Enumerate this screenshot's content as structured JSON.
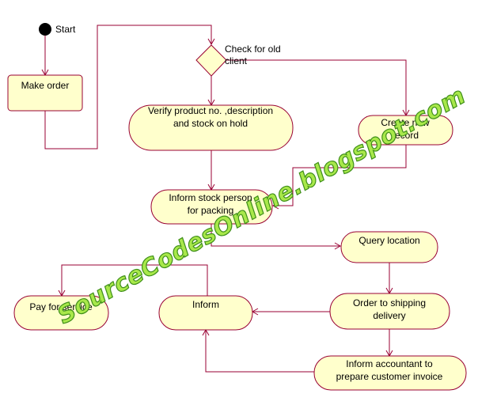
{
  "diagram": {
    "start_label": "Start",
    "decision_label_line1": "Check for old",
    "decision_label_line2": "client",
    "make_order": "Make order",
    "verify_line1": "Verify product no. ,description",
    "verify_line2": "and stock on hold",
    "create_line1": "Create new",
    "create_line2": "record",
    "inform_stock_line1": "Inform stock person",
    "inform_stock_line2": "for packing",
    "query_location": "Query location",
    "order_shipping_line1": "Order to shipping",
    "order_shipping_line2": "delivery",
    "inform": "Inform",
    "pay_for_service": "Pay for service",
    "inform_accountant_line1": "Inform accountant to",
    "inform_accountant_line2": "prepare customer invoice"
  },
  "watermark": "SourceCodesOnline.blogspot.com",
  "colors": {
    "node_fill": "#ffffcc",
    "line": "#990033",
    "watermark_fill": "#a8e84a",
    "watermark_stroke": "#3f8f1a"
  }
}
